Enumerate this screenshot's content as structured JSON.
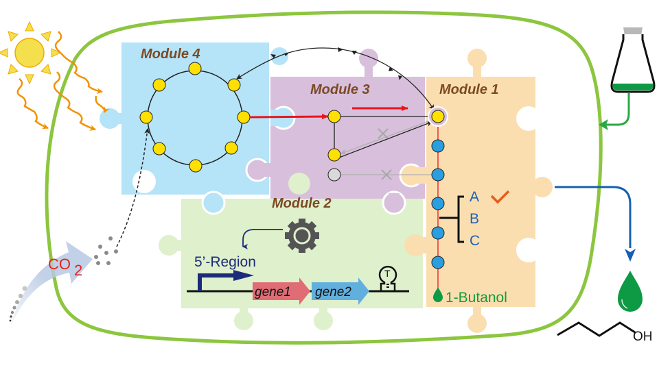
{
  "figure": {
    "description": "Modular engineering of a cyanobacterial cell for 1-butanol production",
    "colors": {
      "cell_membrane": "#8cc63f",
      "module1_fill": "#fbdeb0",
      "module2_fill": "#dff0cc",
      "module3_fill": "#d8bfdc",
      "module4_fill": "#b5e3f7",
      "metabolite_yellow": "#ffe000",
      "metabolite_blue": "#2a9fe0",
      "metabolite_gray": "#d9d9d9",
      "flux_red": "#e8141e",
      "inactive_gray": "#b0b0b0",
      "export_blue": "#1560b0",
      "product_green": "#0e9a45",
      "sun_yellow": "#f4e04d",
      "light_orange": "#f39200",
      "gene1_red": "#e06c75",
      "gene2_blue": "#61afde",
      "check_orange": "#e65c1e"
    }
  },
  "modules": [
    {
      "id": "module4",
      "title": "Module 4",
      "role": "Carbon fixation cycle"
    },
    {
      "id": "module3",
      "title": "Module 3",
      "role": "Central metabolism"
    },
    {
      "id": "module1",
      "title": "Module 1",
      "role": "1-Butanol pathway"
    },
    {
      "id": "module2",
      "title": "Module 2",
      "role": "Gene expression regulation"
    }
  ],
  "module1": {
    "options": [
      "A",
      "B",
      "C"
    ],
    "selected_option": "A",
    "product_label": "1-Butanol"
  },
  "module2": {
    "region_label": "5’-Region",
    "genes": [
      "gene1",
      "gene2"
    ],
    "terminator_label": "T"
  },
  "inputs": {
    "co2_label": "CO",
    "co2_subscript": "2",
    "light_source": "sun-icon",
    "medium": "flask-icon"
  },
  "output": {
    "product_label": "OH",
    "product_icon": "droplet-icon"
  }
}
